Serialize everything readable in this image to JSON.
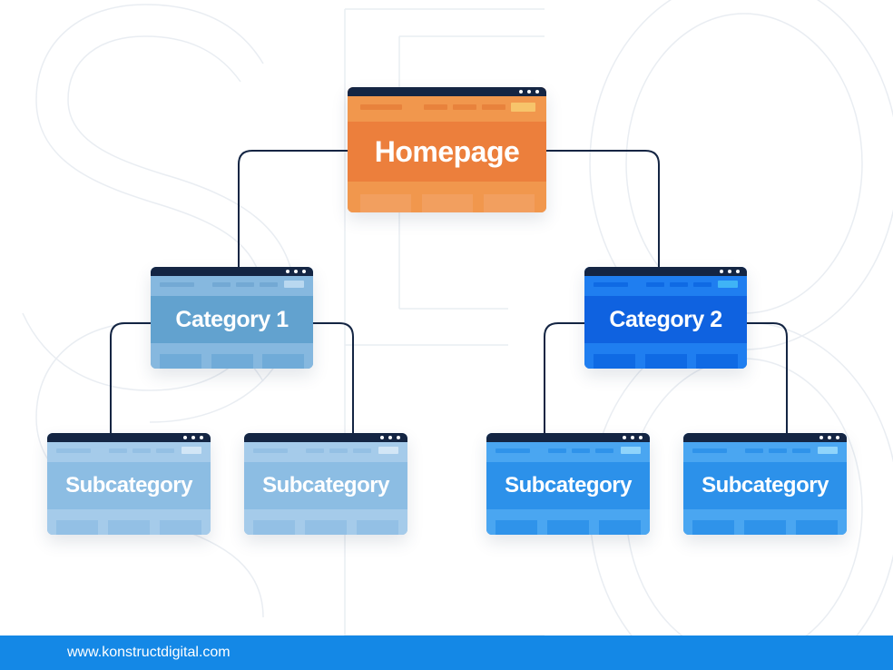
{
  "hierarchy": {
    "homepage": {
      "label": "Homepage"
    },
    "category_1": {
      "label": "Category 1"
    },
    "category_2": {
      "label": "Category 2"
    },
    "subcategory_1a": {
      "label": "Subcategory"
    },
    "subcategory_1b": {
      "label": "Subcategory"
    },
    "subcategory_2a": {
      "label": "Subcategory"
    },
    "subcategory_2b": {
      "label": "Subcategory"
    }
  },
  "footer": {
    "url": "www.konstructdigital.com"
  },
  "colors": {
    "homepage": "#ec7f3c",
    "category_1": "#62a2cf",
    "category_2": "#0f62e0",
    "subcategory_left": "#8cbde3",
    "subcategory_right": "#2c91ea",
    "window_bar": "#142543",
    "connector": "#142543",
    "footer_bar": "#1488e6"
  }
}
